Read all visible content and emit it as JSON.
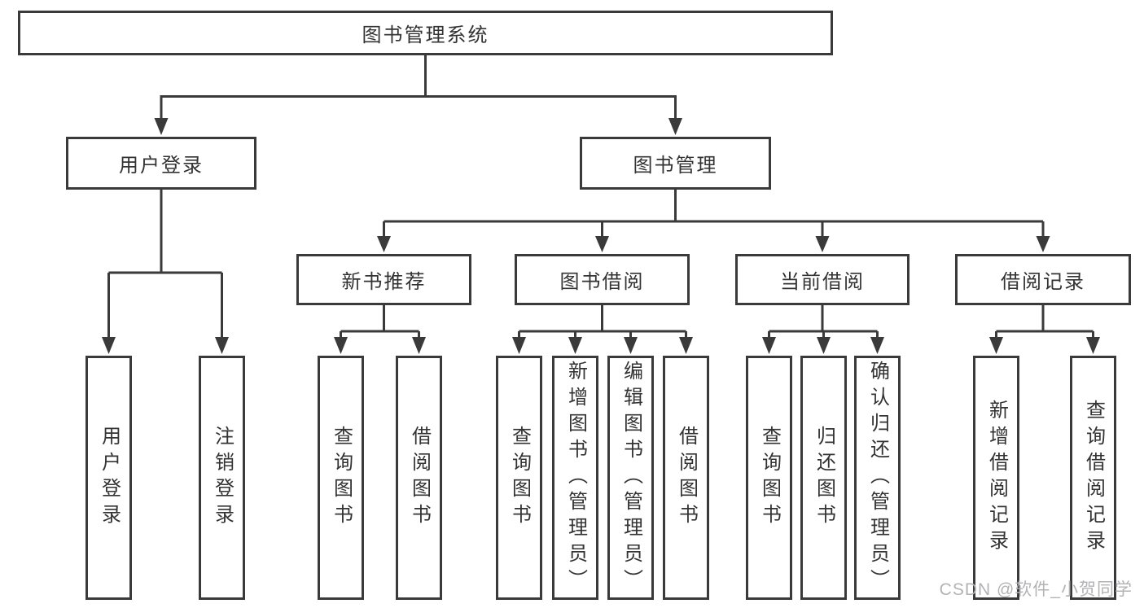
{
  "diagram": {
    "title": "图书管理系统",
    "branches": [
      {
        "label": "用户登录",
        "children": [
          {
            "label": "用户登录"
          },
          {
            "label": "注销登录"
          }
        ]
      },
      {
        "label": "图书管理",
        "children": [
          {
            "label": "新书推荐",
            "children": [
              {
                "label": "查询图书"
              },
              {
                "label": "借阅图书"
              }
            ]
          },
          {
            "label": "图书借阅",
            "children": [
              {
                "label": "查询图书"
              },
              {
                "label": "新增图书（管理员）"
              },
              {
                "label": "编辑图书（管理员）"
              },
              {
                "label": "借阅图书"
              }
            ]
          },
          {
            "label": "当前借阅",
            "children": [
              {
                "label": "查询图书"
              },
              {
                "label": "归还图书"
              },
              {
                "label": "确认归还（管理员）"
              }
            ]
          },
          {
            "label": "借阅记录",
            "children": [
              {
                "label": "新增借阅记录"
              },
              {
                "label": "查询借阅记录"
              }
            ]
          }
        ]
      }
    ],
    "watermark": "CSDN @软件_小贺同学",
    "colors": {
      "line": "#3a3a3a",
      "box_background": "#ffffff",
      "text": "#333333",
      "watermark": "#b3b3b6"
    }
  }
}
